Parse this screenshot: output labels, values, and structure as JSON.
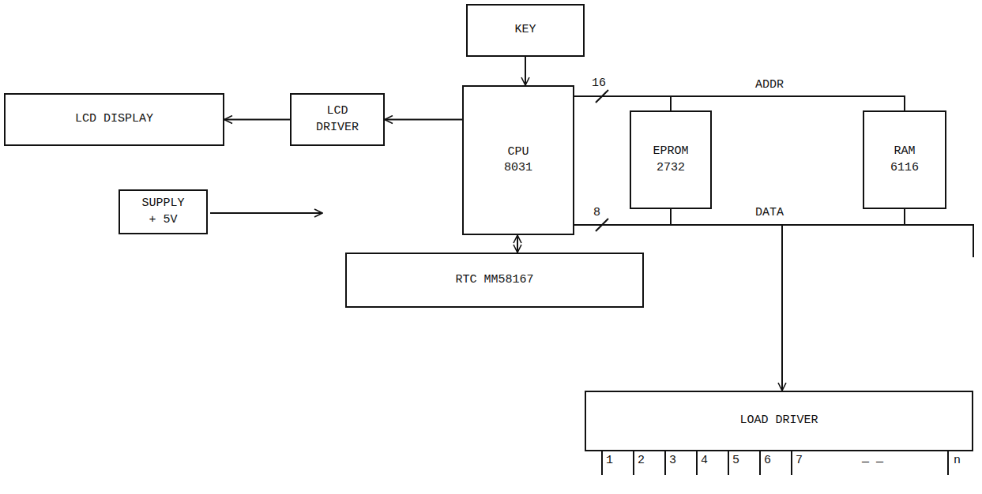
{
  "diagram": {
    "nodes": [
      {
        "text": [
          "KEY"
        ]
      },
      {
        "text": [
          "CPU 8031"
        ]
      },
      {
        "text": [
          "LCD DISPLAY"
        ]
      },
      {
        "text": [
          "LCD DRIVER"
        ]
      },
      {
        "text": [
          "EPROM 2732"
        ]
      },
      {
        "text": [
          "RAM 6116"
        ]
      },
      {
        "text": [
          "SUPPLY + 5V"
        ]
      },
      {
        "text": [
          "RTC MM58167"
        ]
      },
      {
        "text": [
          "LOAD DRIVER"
        ]
      }
    ],
    "edges": [
      {
        "from": 0,
        "to": 1,
        "arrow": "to"
      },
      {
        "from": 1,
        "to": 3,
        "arrow": "to"
      },
      {
        "from": 3,
        "to": 2,
        "arrow": "to"
      },
      {
        "from": 1,
        "to": 7,
        "arrow": "both"
      },
      {
        "from": 1,
        "to": 4,
        "arrow": "none"
      },
      {
        "from": 1,
        "to": 5,
        "arrow": "none"
      },
      {
        "from": 4,
        "to": 1,
        "arrow": "none"
      },
      {
        "from": 5,
        "to": 1,
        "arrow": "none"
      },
      {
        "from": 1,
        "to": 8,
        "arrow": "to"
      }
    ],
    "labels": [
      "16",
      "ADDR",
      "8",
      "DATA",
      "1",
      "2",
      "3",
      "4",
      "5",
      "6",
      "7",
      "— —",
      "n"
    ]
  }
}
